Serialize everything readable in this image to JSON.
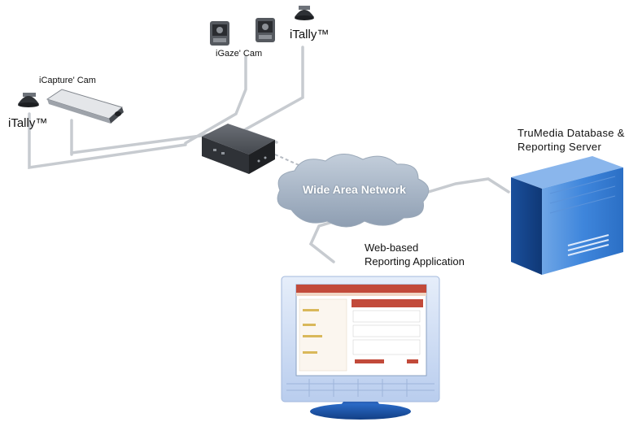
{
  "labels": {
    "italy_left": "iTally™",
    "italy_right": "iTally™",
    "icapture": "iCapture' Cam",
    "igaze": "iGaze' Cam",
    "wan": "Wide Area Network",
    "server_line1": "TruMedia Database &",
    "server_line2": "Reporting   Server",
    "web_line1": "Web-based",
    "web_line2": "Reporting Application"
  },
  "colors": {
    "cable": "#c8ccd0",
    "cloud": "#a9b7c7",
    "server_blue": "#1d5fb4",
    "monitor_frame": "#c9daf2",
    "monitor_base": "#1b57b0",
    "device_dark": "#3a3d42"
  },
  "icons": [
    "dome-camera-icon",
    "gaze-camera-icon",
    "capture-camera-icon",
    "network-box-icon",
    "cloud-icon",
    "server-tower-icon",
    "monitor-icon"
  ]
}
